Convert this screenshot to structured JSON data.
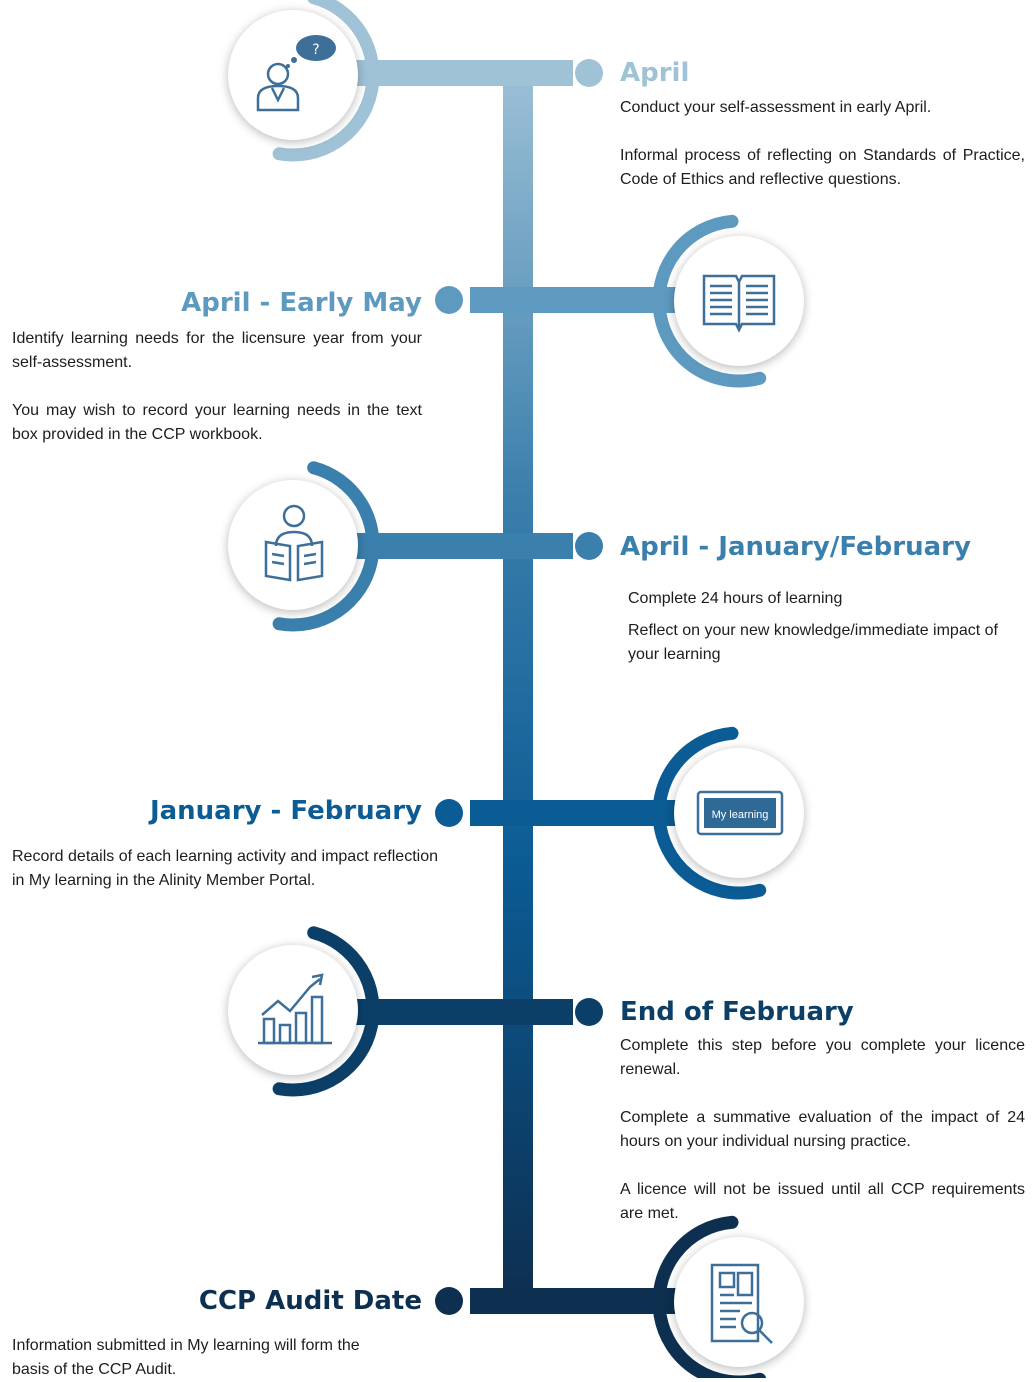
{
  "colors": {
    "stage1": "#9fc2d7",
    "stage2": "#5e9ac0",
    "stage3": "#3b7fac",
    "stage4": "#0b5b94",
    "stage5": "#0c3f68",
    "stage6": "#0d2f50",
    "icon_stroke": "#3d6f99"
  },
  "steps": [
    {
      "title": "April",
      "paragraphs": [
        "Conduct your self-assessment in early April.",
        "Informal process of reflecting on Standards of Practice, Code of Ethics and reflective questions."
      ],
      "icon": "thinking-person-icon"
    },
    {
      "title": "April - Early May",
      "paragraphs": [
        "Identify learning needs for the licensure year from your self-assessment.",
        "You may wish to record your learning needs in the text box provided in the CCP workbook."
      ],
      "icon": "open-book-icon"
    },
    {
      "title": "April - January/February",
      "paragraphs": [
        "Complete 24 hours of learning",
        "Reflect on your new knowledge/immediate impact of your  learning"
      ],
      "icon": "person-reading-icon"
    },
    {
      "title": "January - February",
      "paragraphs": [
        "Record details of each learning activity and impact reflection in My learning in the Alinity Member Portal."
      ],
      "icon": "my-learning-screen-icon",
      "icon_label": "My learning"
    },
    {
      "title": "End of February",
      "paragraphs": [
        "Complete this step before you complete your licence renewal.",
        "Complete a summative evaluation of the impact of 24 hours on your individual nursing practice.",
        "A licence will not be issued until all CCP requirements are met."
      ],
      "icon": "growth-chart-icon"
    },
    {
      "title": "CCP Audit Date",
      "paragraphs": [
        "Information submitted in My learning will form the basis of the CCP Audit."
      ],
      "icon": "document-search-icon"
    }
  ]
}
